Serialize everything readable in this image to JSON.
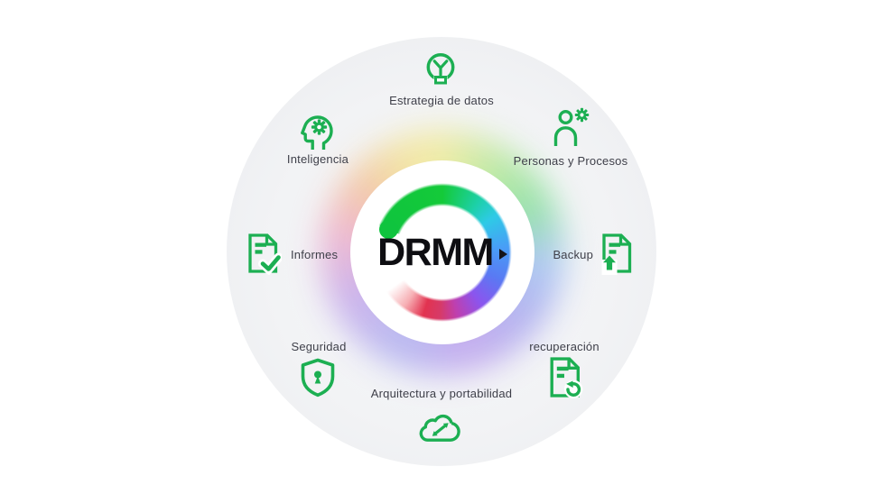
{
  "center": {
    "logo_text": "DRMM",
    "arrow_icon": "play-arrow-icon"
  },
  "nodes": [
    {
      "label": "Estrategia de datos",
      "icon": "lightbulb-icon",
      "position": "top"
    },
    {
      "label": "Inteligencia",
      "icon": "head-gear-icon",
      "position": "top-left"
    },
    {
      "label": "Personas y Procesos",
      "icon": "person-gear-icon",
      "position": "top-right"
    },
    {
      "label": "Informes",
      "icon": "document-check-icon",
      "position": "left"
    },
    {
      "label": "Backup",
      "icon": "document-upload-icon",
      "position": "right"
    },
    {
      "label": "Seguridad",
      "icon": "shield-lock-icon",
      "position": "bottom-left"
    },
    {
      "label": "recuperación",
      "icon": "document-restore-icon",
      "position": "bottom-right"
    },
    {
      "label": "Arquitectura y portabilidad",
      "icon": "cloud-transfer-icon",
      "position": "bottom"
    }
  ],
  "colors": {
    "icon_green": "#1caf52",
    "label_text": "#3e3f49",
    "logo_text": "#0e0e12",
    "ring_green": "#0fc43e",
    "ring_cyan": "#2ecae6",
    "ring_blue": "#489ef6",
    "ring_violet": "#8b55ee",
    "ring_red": "#e23350",
    "outer_circle": "#eef0f2",
    "page_background": "#ffffff"
  }
}
